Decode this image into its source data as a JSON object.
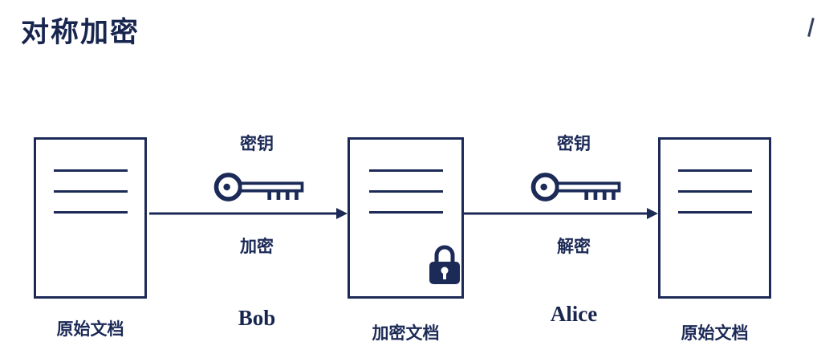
{
  "title": "对称加密",
  "colors": {
    "ink": "#1c2a57",
    "background": "#ffffff"
  },
  "documents": [
    {
      "label": "原始文档"
    },
    {
      "label": "加密文档"
    },
    {
      "label": "原始文档"
    }
  ],
  "steps": [
    {
      "key_label": "密钥",
      "action": "加密",
      "actor": "Bob"
    },
    {
      "key_label": "密钥",
      "action": "解密",
      "actor": "Alice"
    }
  ]
}
